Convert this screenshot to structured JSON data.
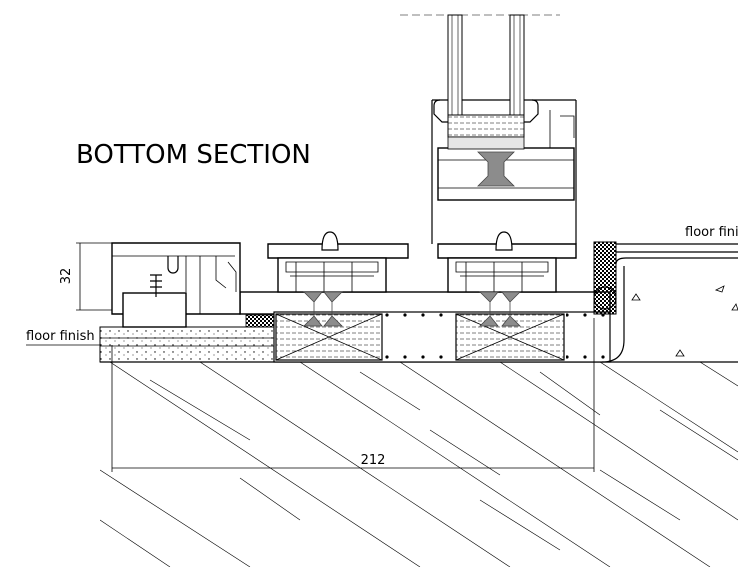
{
  "title": "BOTTOM SECTION",
  "labels": {
    "floor_finish_left": "floor finish",
    "floor_finish_right": "floor finish"
  },
  "dimensions": {
    "height": "32",
    "width": "212"
  }
}
